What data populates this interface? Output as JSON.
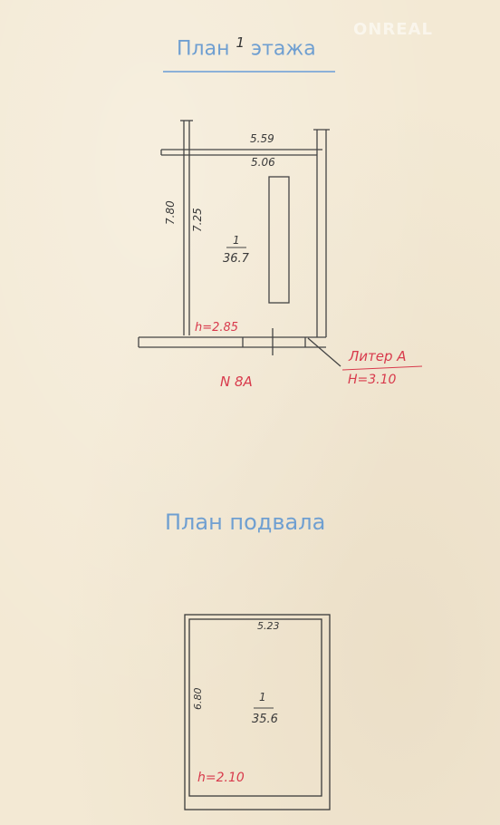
{
  "titles": {
    "floor_plan": "План ",
    "floor_number": "1",
    "floor_suffix": " этажа",
    "basement_plan": "План подвала"
  },
  "watermark": "ONREAL",
  "floor_plan": {
    "dim_outer_width": "5.59",
    "dim_inner_width": "5.06",
    "dim_outer_height": "7.80",
    "dim_inner_height": "7.25",
    "room_number": "1",
    "room_area": "36.7",
    "ceiling_height": "h=2.85",
    "building_number": "N 8A",
    "litera": "Литер А",
    "litera_height": "H=3.10"
  },
  "basement_plan": {
    "dim_width": "5.23",
    "dim_height": "6.80",
    "room_number": "1",
    "room_area": "35.6",
    "ceiling_height": "h=2.10"
  },
  "colors": {
    "paper": "#f3e9d4",
    "title_blue": "#6f9fd1",
    "ink_dark": "#3a3a3a",
    "ink_red": "#d83a4c"
  }
}
